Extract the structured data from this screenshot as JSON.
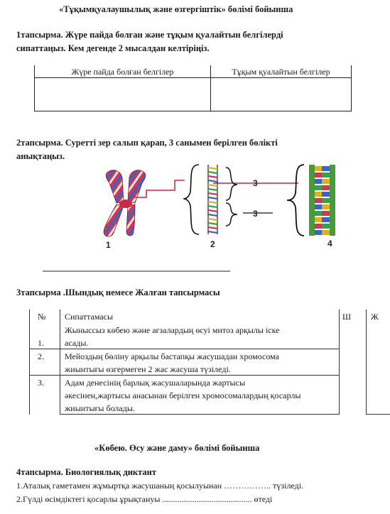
{
  "section1": {
    "title": "«Тұқымқуалаушылық және өзгергіштік» бөлімі бойынша"
  },
  "task1": {
    "line1": "1тапсырма. Жүре пайда болған және тұқым қуалайтын белгілерді",
    "line2": "сипаттаңыз. Кем дегенде 2 мысалдан келтіріңіз.",
    "col1": "Жүре пайда болған белгілер",
    "col2": "Тұқым қуалайтын белгілер"
  },
  "task2": {
    "line1": "2тапсырма. Суретті зер салып қарап, 3 санымен берілген бөлікті",
    "line2": "анықтаңыз.",
    "labels": {
      "n1": "1",
      "n2": "2",
      "n3a": "3",
      "n3b": "3",
      "n4": "4"
    }
  },
  "task3": {
    "title": "3тапсырма .Шындық немесе Жалған тапсырмасы",
    "headers": {
      "num": "№",
      "desc": "Сипаттамасы",
      "t": "Ш",
      "f": "Ж"
    },
    "rows": [
      {
        "num": "1.",
        "l1": "Жыныссыз көбею және ағзалардың өсуі митоз арқылы іске",
        "l2": "асады."
      },
      {
        "num": "2.",
        "l1": "Мейоздың бөліну арқылы бастапқы жасушадан хромосома",
        "l2": "жиынтығы өзгермеген 2 жас жасуша түзіледі."
      },
      {
        "num": "3.",
        "l1": "Адам денесінің барлық жасушаларында жартысы",
        "l2": "әкесінен,жартысы анасынан берілген хромосомалардың қосарлы",
        "l3": "жиынтығы болады."
      }
    ]
  },
  "section2": {
    "title": "«Көбею. Өсу және даму» бөлімі бойынша"
  },
  "task4": {
    "title": "4тапсырма. Биологиялық диктант",
    "q1": "1.Аталық гаметамен жұмыртқа жасушаның қосылуынан ……………..  түзіледі.",
    "q2": "2.Гүлді өсімдіктегі қосарлы ұрықтануы .......................................... өтеді"
  },
  "colors": {
    "chromo_red": "#d8344a",
    "chromo_blue": "#3d63c4",
    "connector_red": "#c9243a",
    "text": "#1a1a1a"
  }
}
